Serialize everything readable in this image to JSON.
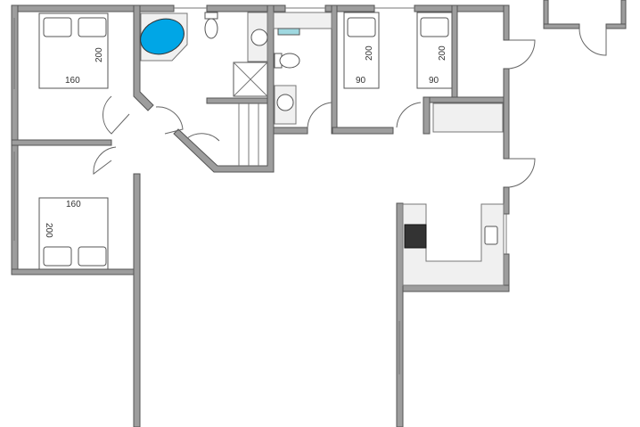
{
  "plan": {
    "bedroom_1": {
      "bed_width": "160",
      "bed_length": "200"
    },
    "bedroom_2": {
      "bed_width": "160",
      "bed_length": "200"
    },
    "bedroom_3": {
      "bed_width": "90",
      "bed_length": "200"
    },
    "bedroom_4": {
      "bed_width": "90",
      "bed_length": "200"
    }
  },
  "colors": {
    "wall": "#9d9d9d",
    "bathtub": "#00a6e6",
    "counter": "#f0f0f0",
    "hob": "#333333"
  }
}
